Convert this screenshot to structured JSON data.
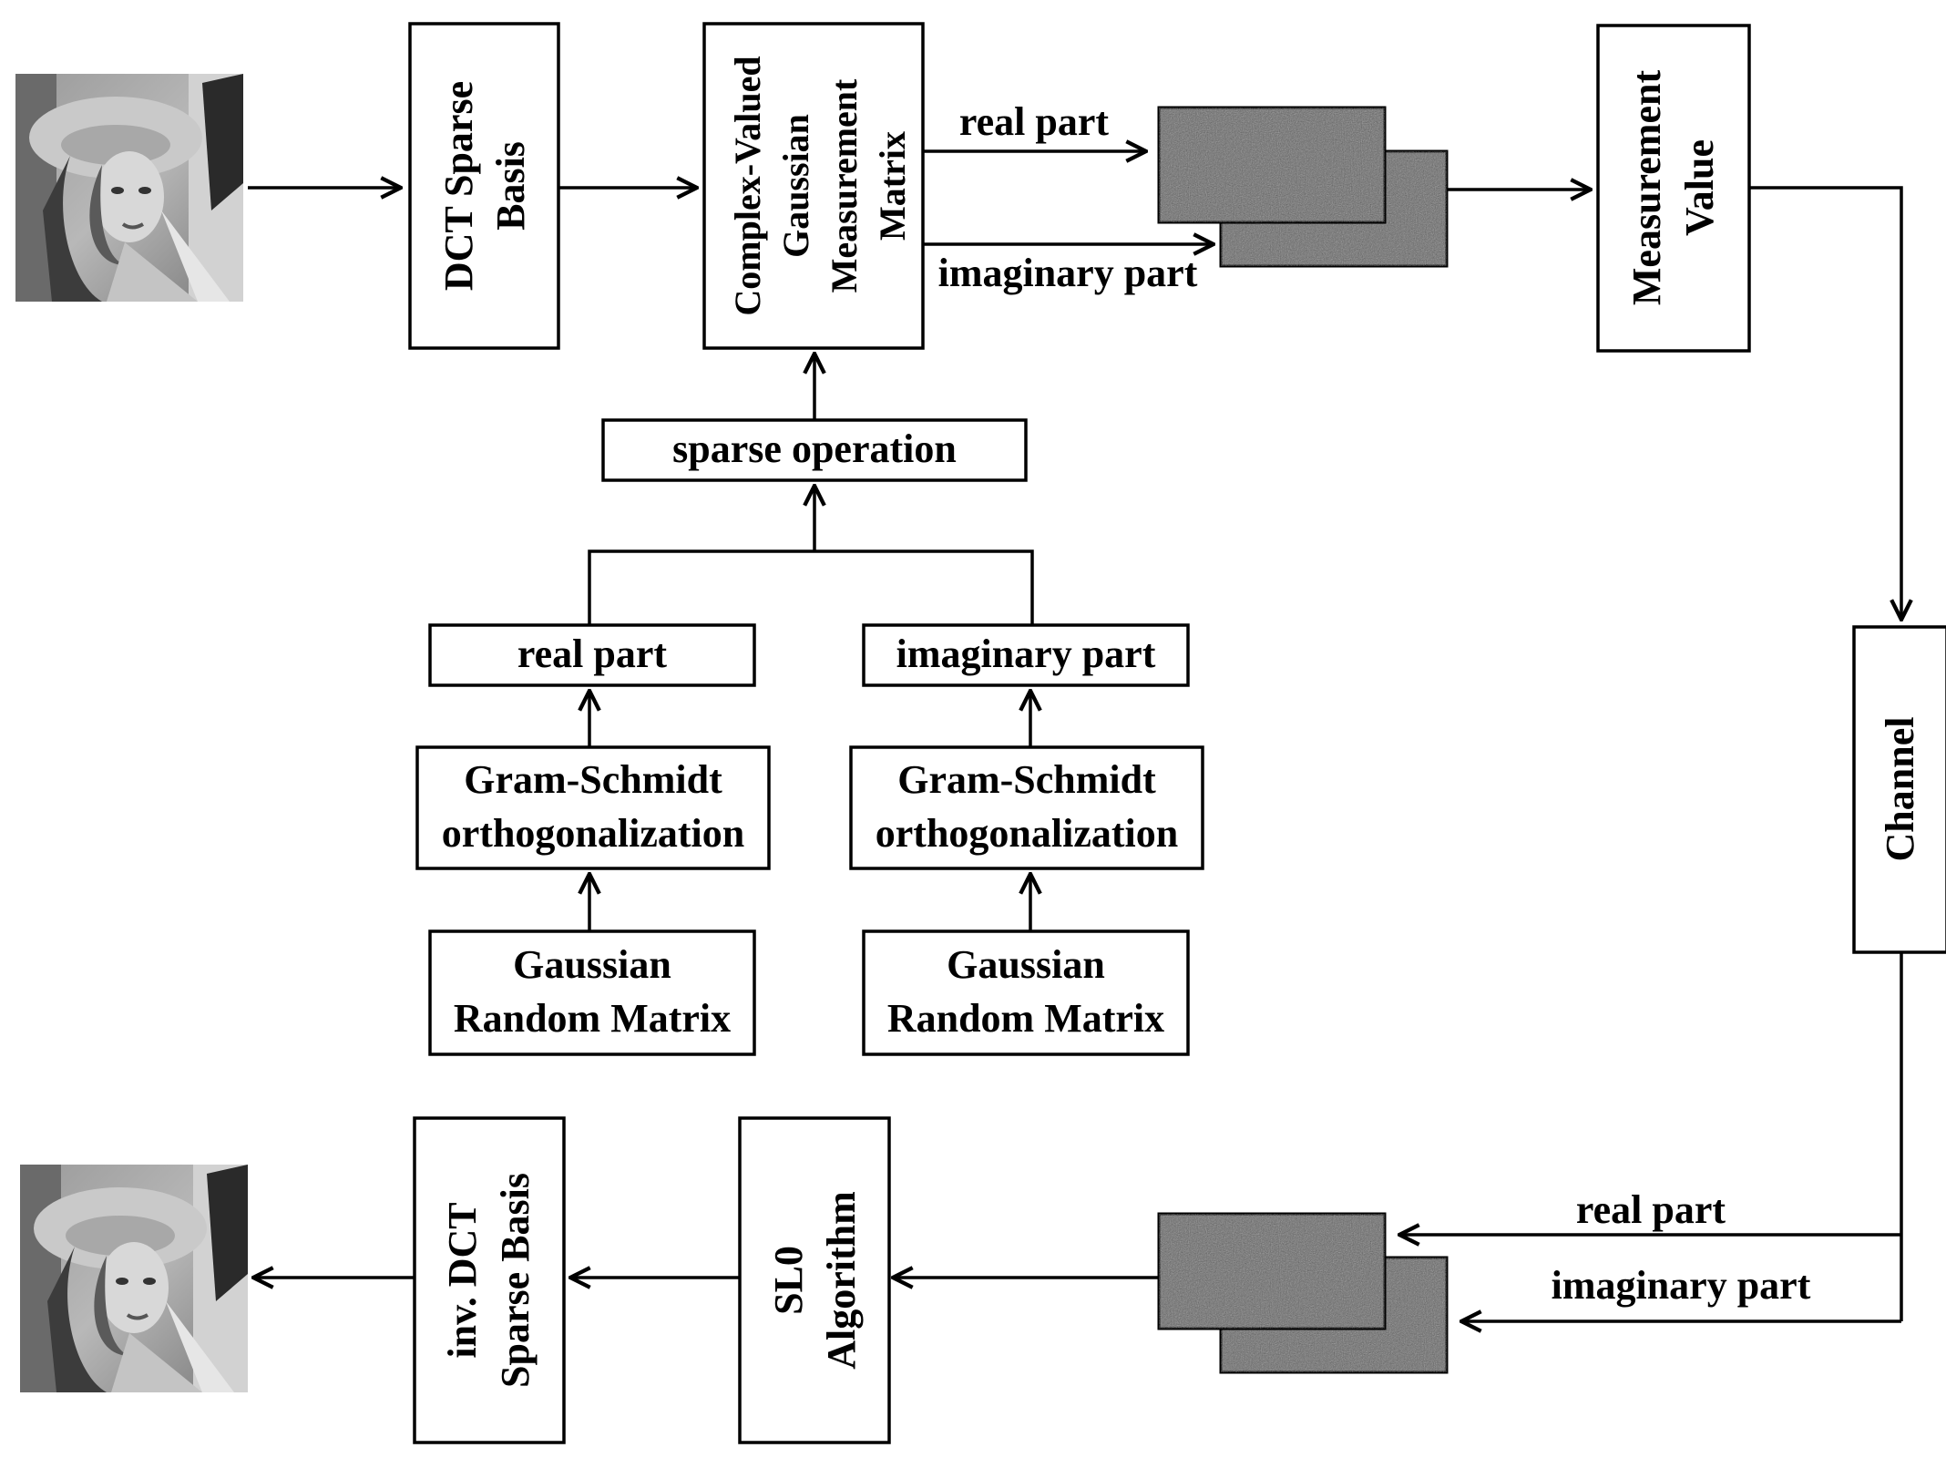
{
  "blocks": {
    "dct": [
      "DCT Sparse",
      "Basis"
    ],
    "measurement_matrix": [
      "Complex-Valued",
      "Gaussian",
      "Measurement",
      "Matrix"
    ],
    "measurement_value": [
      "Measurement",
      "Value"
    ],
    "channel": "Channel",
    "sparse_operation": "sparse operation",
    "real_part_box": "real part",
    "imaginary_part_box": "imaginary part",
    "gram_schmidt_left": [
      "Gram-Schmidt",
      "orthogonalization"
    ],
    "gram_schmidt_right": [
      "Gram-Schmidt",
      "orthogonalization"
    ],
    "gaussian_left": [
      "Gaussian",
      "Random Matrix"
    ],
    "gaussian_right": [
      "Gaussian",
      "Random Matrix"
    ],
    "sl0": [
      "SL0",
      "Algorithm"
    ],
    "inv_dct": [
      "inv. DCT",
      "Sparse Basis"
    ]
  },
  "arrow_labels": {
    "top_real": "real part",
    "top_imaginary": "imaginary part",
    "bottom_real": "real part",
    "bottom_imaginary": "imaginary part"
  },
  "colors": {
    "stroke": "#000000",
    "noise_panel": "#6e6e6e",
    "background": "#ffffff"
  },
  "icons": {
    "input_image": "portrait-photo-icon",
    "output_image": "portrait-photo-icon",
    "noise_panels": "noise-texture-icon"
  }
}
